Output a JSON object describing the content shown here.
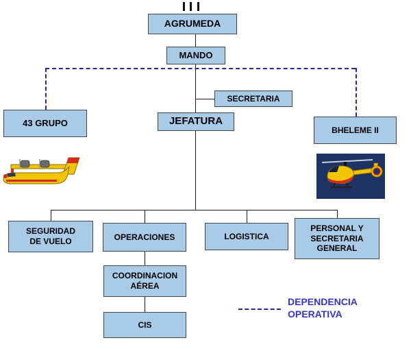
{
  "nodes": {
    "agrumeda": "AGRUMEDA",
    "mando": "MANDO",
    "secretaria": "SECRETARIA",
    "jefatura": "JEFATURA",
    "grupo_43": "43 GRUPO",
    "bheleme_ii": "BHELEME II",
    "seguridad_de_vuelo": "SEGURIDAD\nDE VUELO",
    "operaciones": "OPERACIONES",
    "logistica": "LOGISTICA",
    "personal_y_secretaria_general": "PERSONAL Y\nSECRETARIA\nGENERAL",
    "coordinacion_aerea": "COORDINACION\nAÉREA",
    "cis": "CIS"
  },
  "legend": {
    "dependencia_operativa": "DEPENDENCIA\nOPERATIVA"
  },
  "images": {
    "seaplane": "amphibious-firefighting-seaplane",
    "helicopter": "rescue-helicopter"
  },
  "edges": [
    {
      "from": "agrumeda",
      "to": "mando",
      "style": "solid"
    },
    {
      "from": "mando",
      "to": "jefatura",
      "style": "solid"
    },
    {
      "from": "jefatura",
      "to": "secretaria",
      "style": "solid"
    },
    {
      "from": "mando",
      "to": "grupo_43",
      "style": "dashed"
    },
    {
      "from": "mando",
      "to": "bheleme_ii",
      "style": "dashed"
    },
    {
      "from": "jefatura",
      "to": "seguridad_de_vuelo",
      "style": "solid"
    },
    {
      "from": "jefatura",
      "to": "operaciones",
      "style": "solid"
    },
    {
      "from": "jefatura",
      "to": "logistica",
      "style": "solid"
    },
    {
      "from": "jefatura",
      "to": "personal_y_secretaria_general",
      "style": "solid"
    },
    {
      "from": "operaciones",
      "to": "coordinacion_aerea",
      "style": "solid"
    },
    {
      "from": "coordinacion_aerea",
      "to": "cis",
      "style": "solid"
    }
  ],
  "colors": {
    "box_fill": "#a9cbe8",
    "box_border": "#40474e",
    "line_color": "#1a1a1a",
    "dash_color": "#2626a0",
    "legend_color": "#3333cc"
  }
}
